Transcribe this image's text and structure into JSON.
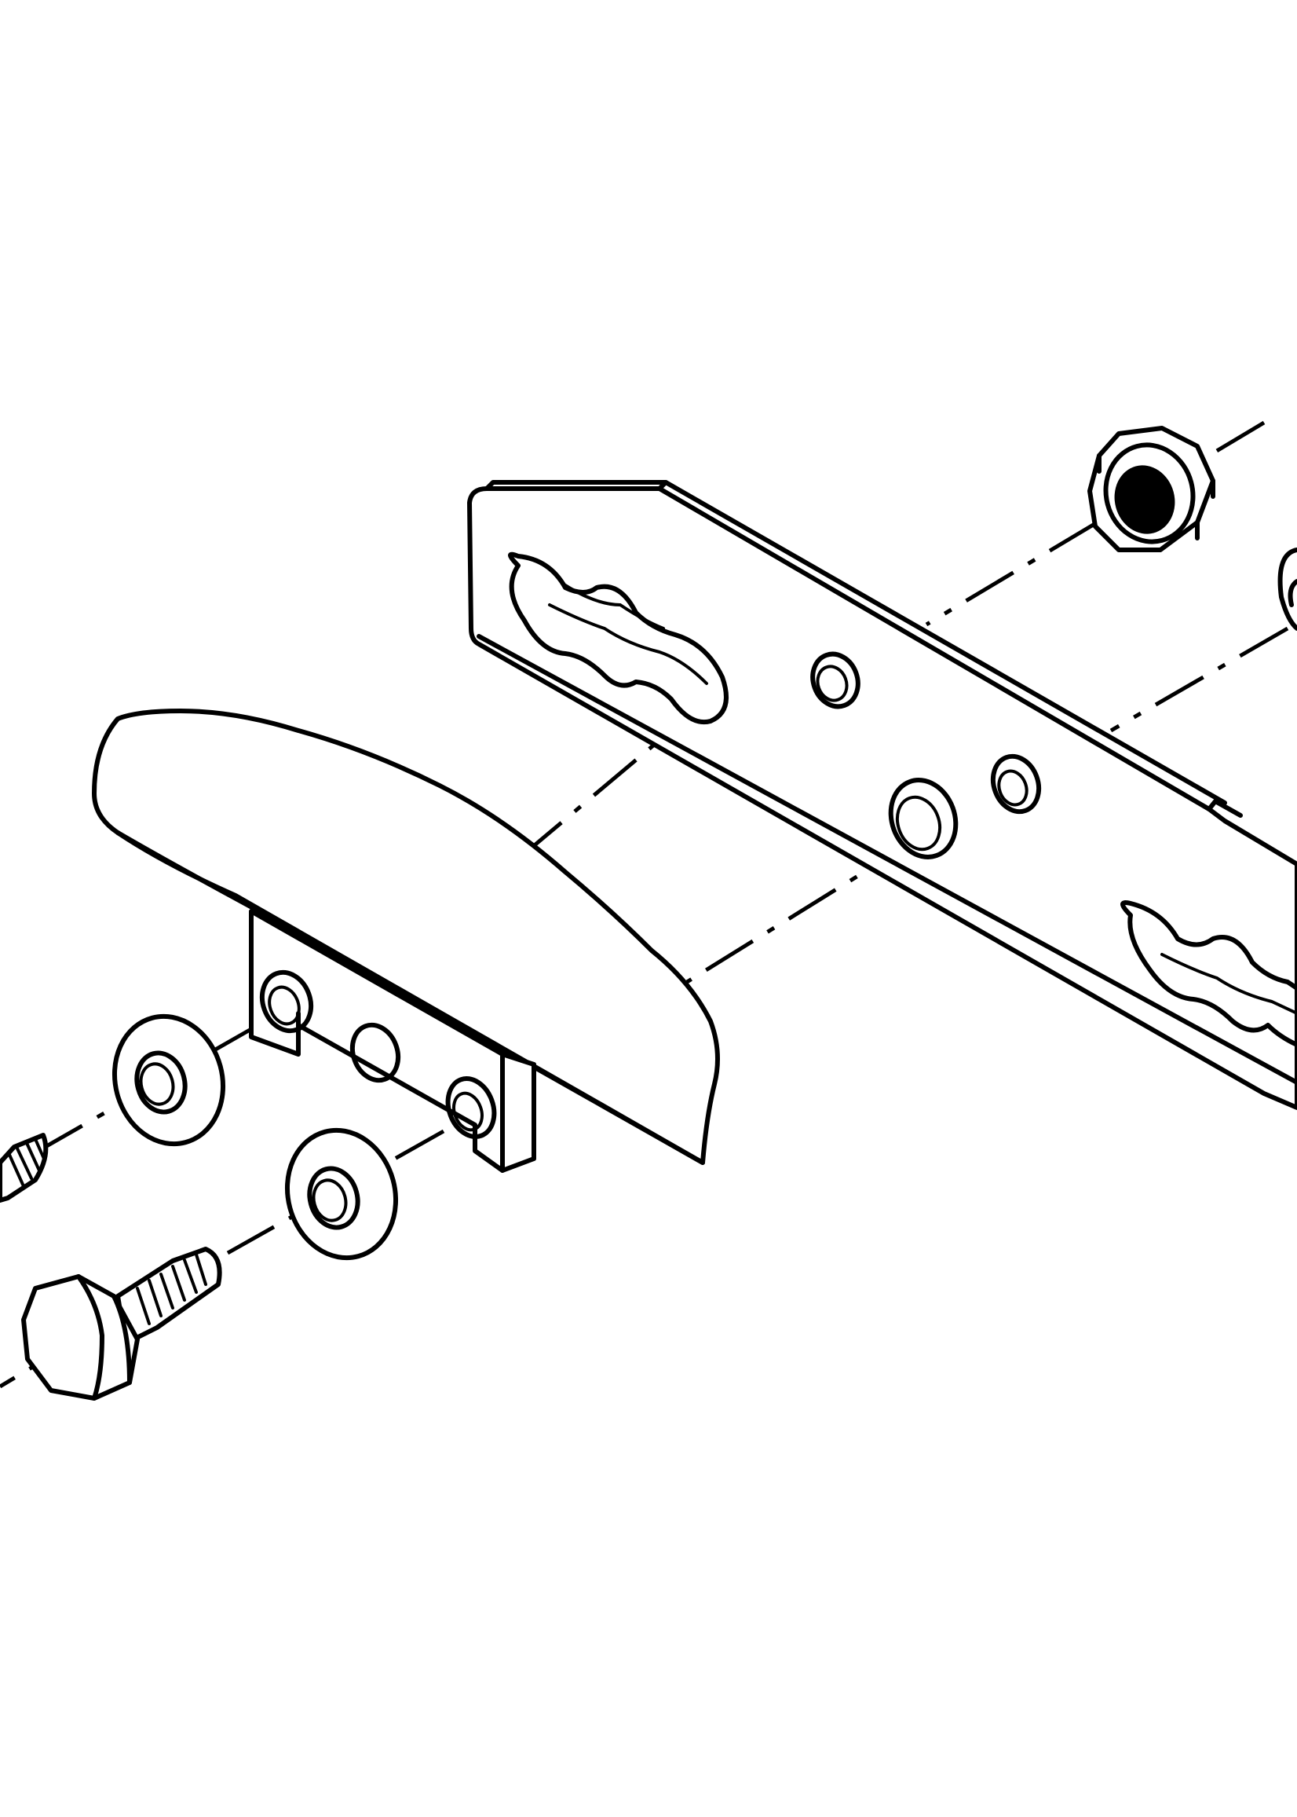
{
  "figure": {
    "subject": "exploded-assembly-drawing",
    "colors": {
      "ink": "#000000",
      "paper": "#ffffff"
    },
    "parts": [
      "hex-nut",
      "flat-washer",
      "slotted-mounting-plate",
      "end-cap-block",
      "mounting-bracket",
      "short-bolt",
      "hex-head-bolt"
    ]
  }
}
